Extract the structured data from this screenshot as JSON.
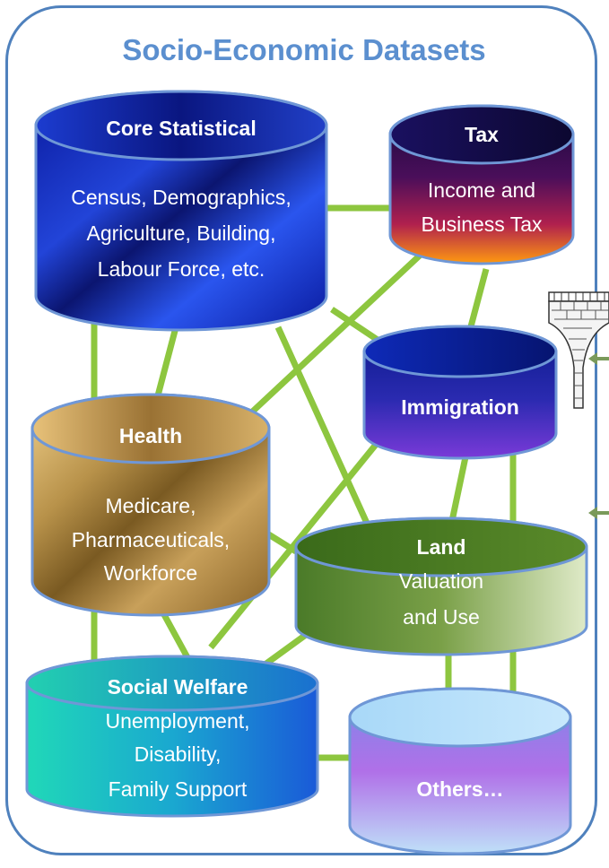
{
  "title": "Socio-Economic  Datasets",
  "datasets": {
    "core": {
      "name": "Core Statistical",
      "lines": [
        "Census, Demographics,",
        "Agriculture, Building,",
        "Labour Force, etc."
      ]
    },
    "tax": {
      "name": "Tax",
      "lines": [
        "Income and",
        "Business Tax"
      ]
    },
    "immigration": {
      "name": "Immigration",
      "lines": []
    },
    "health": {
      "name": "Health",
      "lines": [
        "Medicare,",
        "Pharmaceuticals,",
        "Workforce"
      ]
    },
    "land": {
      "name": "Land",
      "lines": [
        "Valuation",
        "and Use"
      ]
    },
    "welfare": {
      "name": "Social Welfare",
      "lines": [
        "Unemployment,",
        "Disability,",
        "Family Support"
      ]
    },
    "others": {
      "name": "Others…",
      "lines": []
    }
  },
  "colors": {
    "frame": "#4f81bd",
    "title": "#5b8fcf",
    "connector": "#8dc63f",
    "arrow": "#7a9a5a"
  }
}
